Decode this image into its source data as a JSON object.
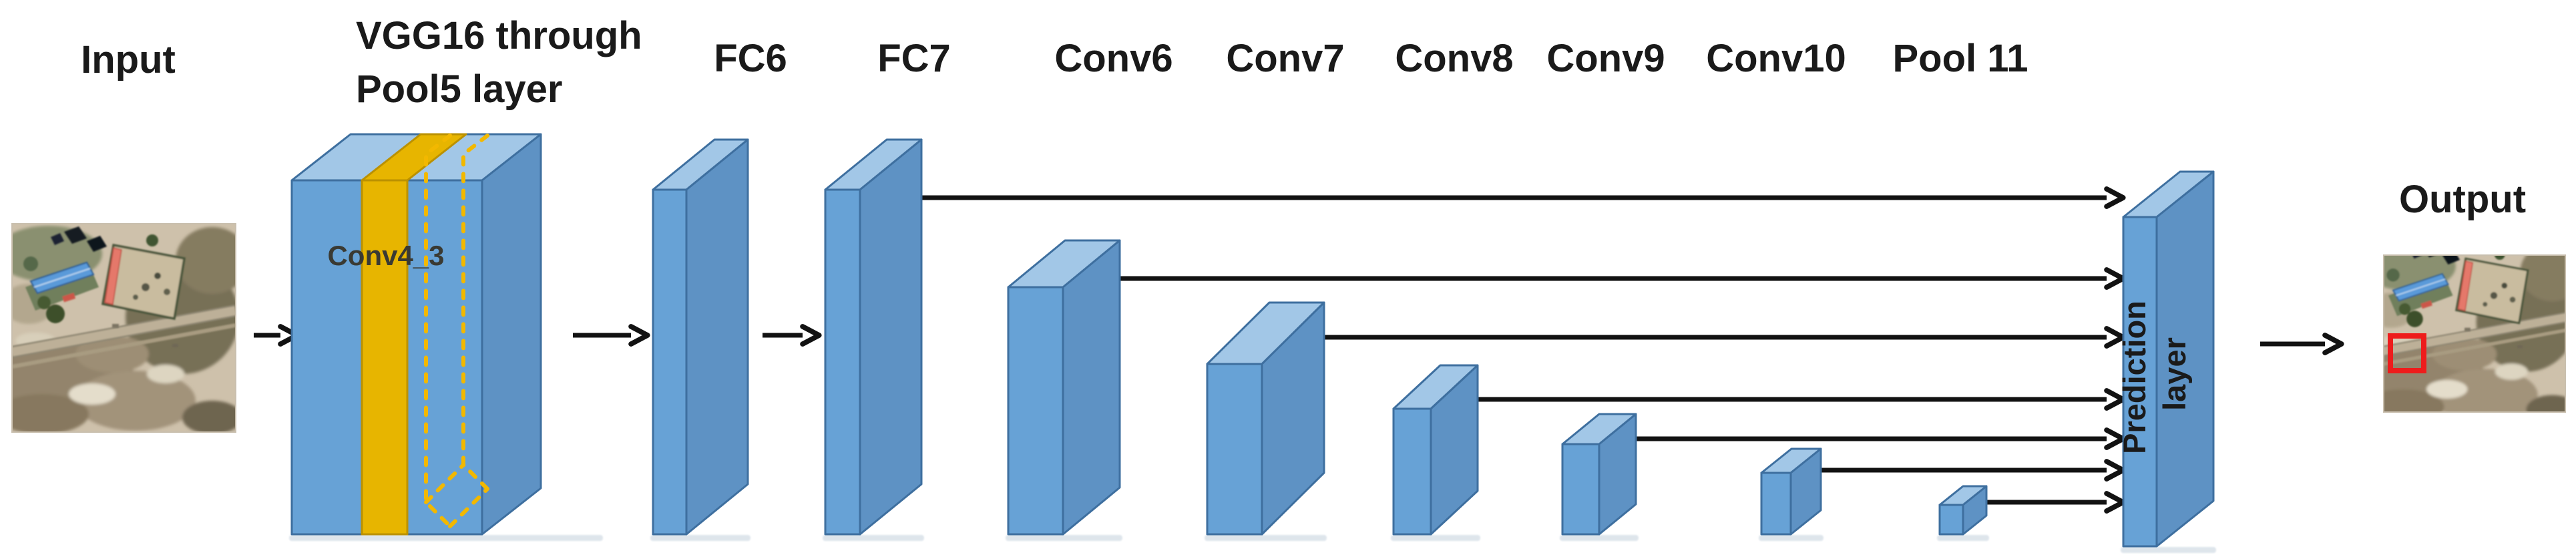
{
  "figure": {
    "input_label": "Input",
    "backbone_label_line1": "VGG16 through",
    "backbone_label_line2": "Pool5 layer",
    "conv4_3_label": "Conv4_3",
    "prediction_label_line1": "Prediction",
    "prediction_label_line2": "layer",
    "output_label": "Output"
  },
  "layers": [
    {
      "label": "FC6"
    },
    {
      "label": "FC7"
    },
    {
      "label": "Conv6"
    },
    {
      "label": "Conv7"
    },
    {
      "label": "Conv8"
    },
    {
      "label": "Conv9"
    },
    {
      "label": "Conv10"
    },
    {
      "label": "Pool 11"
    }
  ],
  "colors": {
    "box_front": "#67a2d6",
    "box_top": "#a2c7e7",
    "box_side": "#5e92c4",
    "box_stroke": "#3e6f9f",
    "highlight": "#e7b500",
    "highlight_stroke": "#bb9100",
    "highlight_dash": "#f2b800",
    "arrow": "#121212",
    "label": "#1a1a1a",
    "detection_red": "#ee1c1c"
  }
}
